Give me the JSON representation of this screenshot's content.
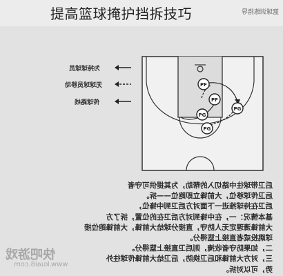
{
  "title": "提高篮球掩护挡拆技巧",
  "header_mirror": "篮球训练指导",
  "legend": [
    {
      "label": "为持球球员",
      "line": "solid"
    },
    {
      "label": "无球球员移动",
      "line": "dashed"
    },
    {
      "label": "传球路线",
      "line": "arrow"
    }
  ],
  "players": [
    "PF",
    "PF",
    "PG",
    "PG",
    "PG"
  ],
  "article": [
    "后卫带球往中路切入的帮助，为其提供可守者",
    "后卫传球移位，大前锋立即跑位——拆。",
    "后卫在持球推进一下面对方后卫到中锋位，",
    "基本情况：一，在中锋到对方后卫在的位置，拆了方",
    "大前锋清理定无人防守，直接分球给大前锋，大前锋跑位接",
    "球跳投或者直接上篮得分。",
    "二，如果防守者收掩，则后卫直接上篮得分。",
    "三，对方大前锋和后卫换防，后卫给大前锋传球往外",
    "势，可以对拆。"
  ],
  "watermark": "快吧游戏",
  "watermark_url": "www.kuai8.com"
}
